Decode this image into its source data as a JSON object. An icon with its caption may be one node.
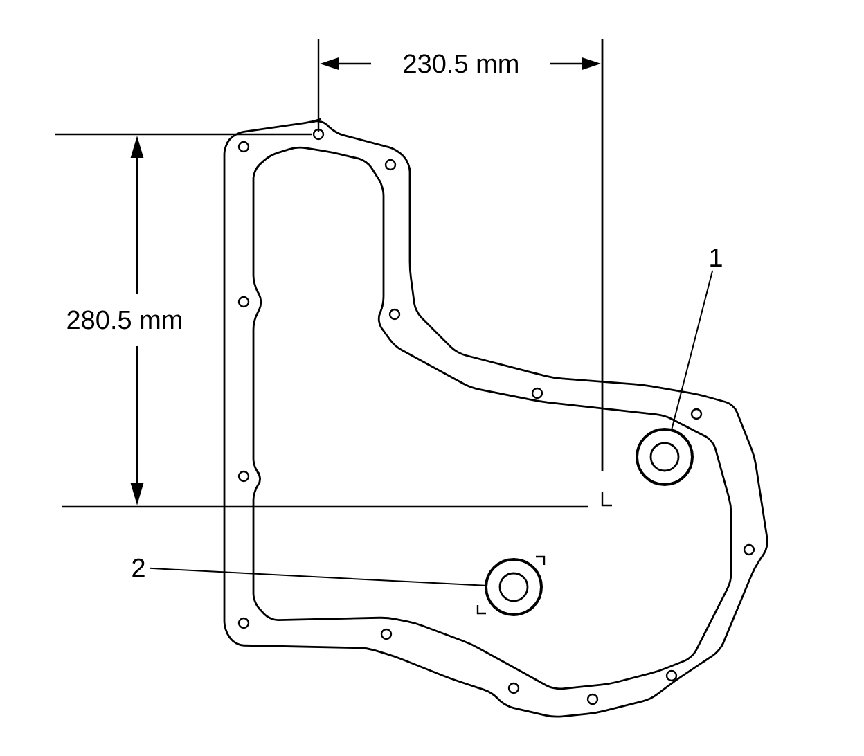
{
  "diagram": {
    "nodes": [
      {
        "text": [
          "1"
        ]
      },
      {
        "text": [],
        "shape": "circle"
      },
      {
        "text": [
          "2"
        ]
      },
      {
        "text": [],
        "shape": "circle"
      }
    ],
    "edges": [
      {
        "from": 0,
        "to": 1,
        "arrow": "none"
      },
      {
        "from": 2,
        "to": 3,
        "arrow": "none"
      }
    ],
    "labels": [
      "230.5 mm",
      "280.5 mm"
    ]
  }
}
